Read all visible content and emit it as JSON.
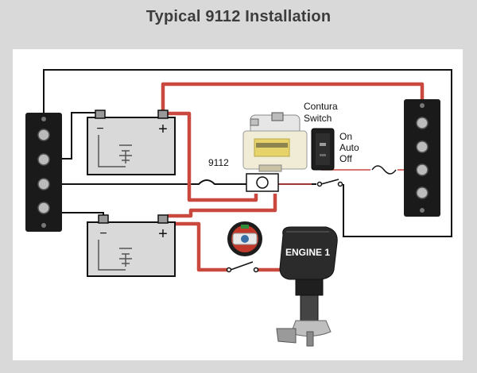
{
  "title": "Typical 9112 Installation",
  "labels": {
    "relay": "9112",
    "switch_line1": "Contura",
    "switch_line2": "Switch",
    "switch_on": "On",
    "switch_auto": "Auto",
    "switch_off": "Off",
    "engine": "ENGINE 1",
    "battery_neg": "−",
    "battery_pos": "+"
  },
  "colors": {
    "background": "#d9d9d9",
    "panel": "#ffffff",
    "positive_wire": "#c9493f",
    "negative_wire": "#111111",
    "battery_fill": "#d9d9d9",
    "busbar": "#1a1a1a",
    "relay_body": "#f1ecd6",
    "engine_body": "#2b2b2b"
  }
}
